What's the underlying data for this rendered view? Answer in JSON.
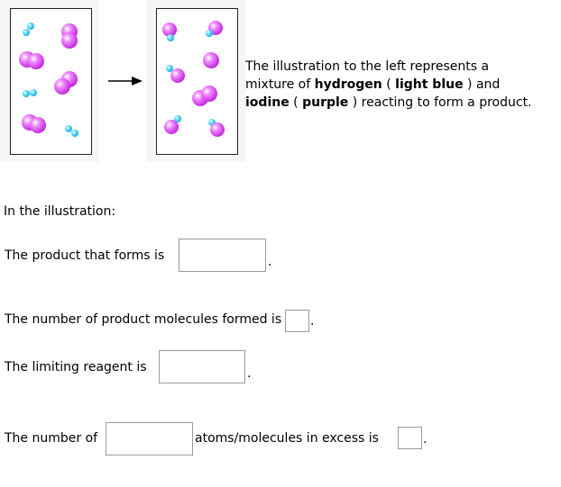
{
  "description": {
    "p1": "The illustration to the left represents a mixture of ",
    "hydrogen": "hydrogen",
    "p2": " ( ",
    "light_blue": "light blue",
    "p3": " ) and ",
    "iodine": "iodine",
    "p4": " ( ",
    "purple": "purple",
    "p5": " ) reacting to form a product."
  },
  "intro": "In the illustration:",
  "questions": {
    "product_label": "The product that forms is",
    "num_molecules_label": "The number of product molecules formed is",
    "limiting_label": "The limiting reagent is",
    "number_of_label": "The number of",
    "excess_label": "atoms/molecules in excess is",
    "period": "."
  },
  "inputs": {
    "product": "",
    "num_molecules": "",
    "limiting": "",
    "excess_species": "",
    "excess_count": ""
  },
  "colors": {
    "hydrogen": "#33ccee",
    "iodine": "#dd44ee",
    "box_border": "#222222",
    "panel_bg": "#f6f6f6"
  }
}
